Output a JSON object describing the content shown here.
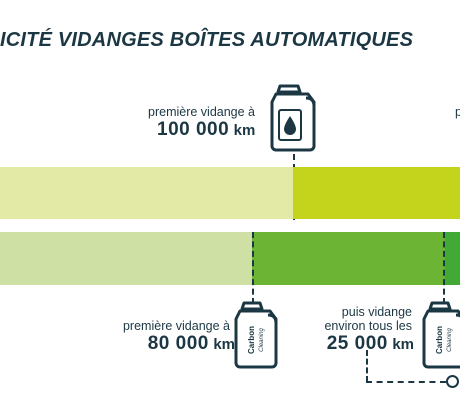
{
  "title": "ICITÉ VIDANGES BOÎTES AUTOMATIQUES",
  "top": {
    "label": "première vidange à",
    "value": "100 000",
    "unit": "km",
    "right_fragment": "p"
  },
  "bottom_left": {
    "label": "première vidange à",
    "value": "80 000",
    "unit": "km"
  },
  "bottom_right": {
    "label_line1": "puis vidange",
    "label_line2": "environ tous les",
    "value": "25 000",
    "unit": "km"
  },
  "can_brand": "Carbon Cleaning",
  "colors": {
    "navy": "#1c3744",
    "bar1_light": "#e2eaa6",
    "bar1_dark": "#c4d41c",
    "bar2_light": "#cfe0a4",
    "bar2_mid": "#6cb434",
    "bar2_dark": "#42a836"
  },
  "icons": [
    "oil-can-drop-icon",
    "carbon-cleaning-can-icon"
  ]
}
